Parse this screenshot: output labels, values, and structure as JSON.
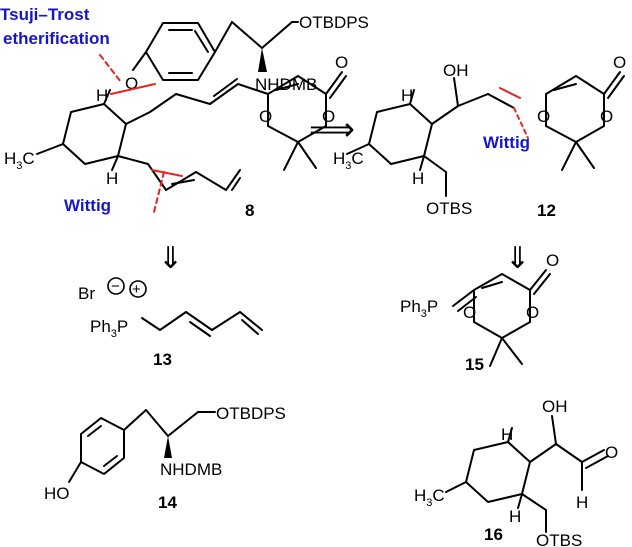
{
  "colors": {
    "annotation": "#1616c8",
    "disconnection": "#e8231e",
    "bond": "#000000"
  },
  "annotations": {
    "tsuji_line1": "Tsuji–Trost",
    "tsuji_line2": "etherification",
    "wittig": "Wittig"
  },
  "arrows": {
    "retro": "⟹",
    "down": "⇓"
  },
  "labels": {
    "otbdps": "OTBDPS",
    "otbs": "OTBS",
    "nhdmb": "NHDMB",
    "oh": "OH",
    "o": "O",
    "h": "H",
    "h3c": "H",
    "three": "3",
    "c": "C",
    "ho": "HO",
    "br": "Br",
    "minus": "−",
    "plus": "+",
    "ph": "Ph",
    "p": "P"
  },
  "compounds": {
    "c8": "8",
    "c12": "12",
    "c13": "13",
    "c14": "14",
    "c15": "15",
    "c16": "16"
  }
}
